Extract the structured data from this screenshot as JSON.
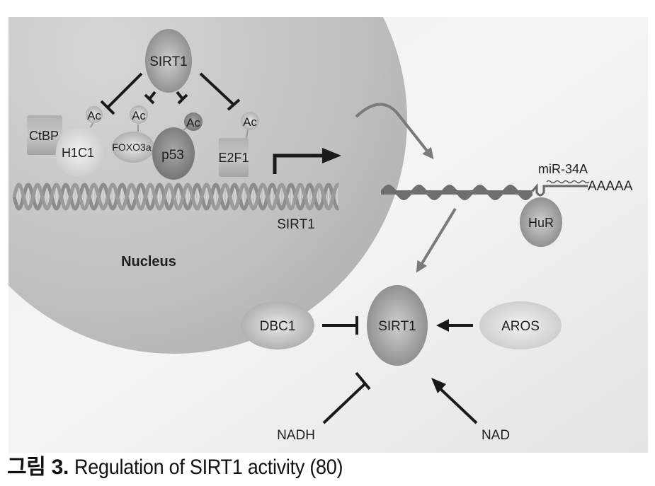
{
  "figure": {
    "nucleus_label": "Nucleus",
    "nuclear": {
      "sirt1_top": "SIRT1",
      "ctbp": "CtBP",
      "h1c1": "H1C1",
      "foxo3a": "FOXO3a",
      "p53": "p53",
      "e2f1": "E2F1",
      "acetyl_tag": "Ac",
      "gene_label": "SIRT1"
    },
    "cytoplasm": {
      "mirna": "miR-34A",
      "polyA": "AAAAA",
      "hur": "HuR",
      "sirt1_center": "SIRT1",
      "dbc1": "DBC1",
      "aros": "AROS",
      "nadh": "NADH",
      "nad": "NAD"
    },
    "interactions": [
      {
        "from": "SIRT1",
        "to": "H1C1 (Ac)",
        "type": "inhibit"
      },
      {
        "from": "SIRT1",
        "to": "FOXO3a (Ac)",
        "type": "inhibit"
      },
      {
        "from": "SIRT1",
        "to": "p53 (Ac)",
        "type": "inhibit"
      },
      {
        "from": "SIRT1",
        "to": "E2F1 (Ac)",
        "type": "inhibit"
      },
      {
        "from": "SIRT1 gene",
        "to": "SIRT1 mRNA",
        "type": "transcription"
      },
      {
        "from": "SIRT1 mRNA",
        "to": "SIRT1 protein",
        "type": "translation"
      },
      {
        "from": "DBC1",
        "to": "SIRT1",
        "type": "inhibit"
      },
      {
        "from": "AROS",
        "to": "SIRT1",
        "type": "activate"
      },
      {
        "from": "NADH",
        "to": "SIRT1",
        "type": "inhibit"
      },
      {
        "from": "NAD",
        "to": "SIRT1",
        "type": "activate"
      }
    ],
    "colors": {
      "panel_bg": "#e9e9e9",
      "nucleus": "#b9b9b9",
      "protein_dark": "#8a8a8a",
      "arrow_black": "#1a1a1a",
      "arrow_gray": "#7a7a7a"
    }
  },
  "caption": {
    "label": "그림",
    "number": "3.",
    "text": "Regulation of SIRT1 activity (80)"
  }
}
